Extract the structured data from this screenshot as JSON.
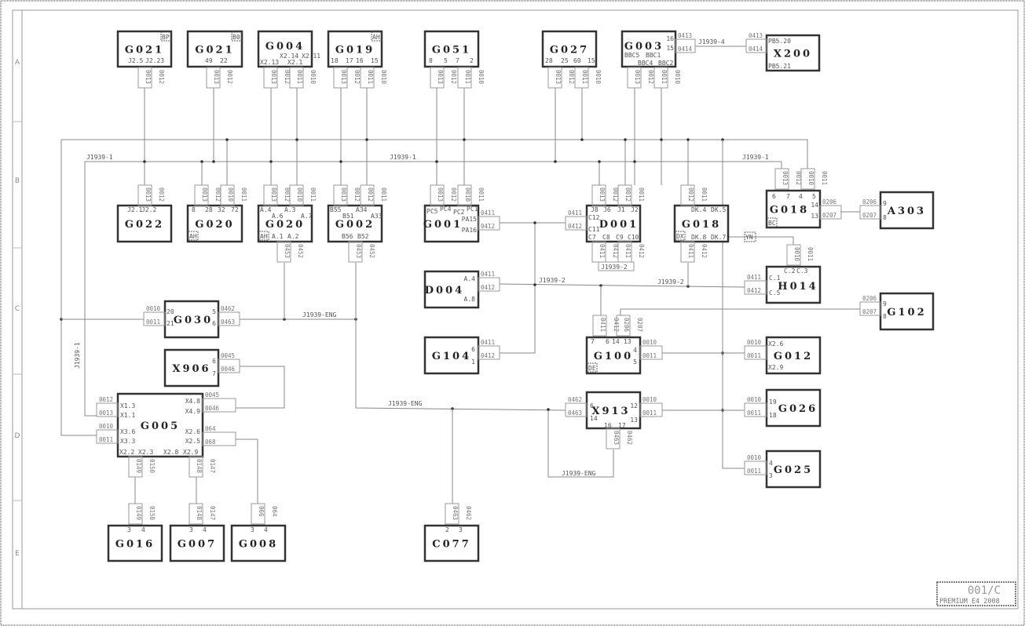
{
  "sheet_rows": [
    "A",
    "B",
    "C",
    "D",
    "E"
  ],
  "title_block": {
    "sheet": "001/C",
    "subtitle": "PREMIUM E4 2008"
  },
  "nets": {
    "j1939_1": "J1939-1",
    "j1939_2": "J1939-2",
    "j1939_4": "J1939-4",
    "j1939_eng": "J1939-ENG",
    "yn_tag": "YN"
  },
  "colors": {
    "box_border": "#333333",
    "wire": "#888888",
    "text": "#555555"
  },
  "components": {
    "g021a": {
      "name": "G021",
      "tag": "BP",
      "pins": [
        "J2.5",
        "J2.23"
      ],
      "wires": [
        "0013",
        "0012"
      ]
    },
    "g021b": {
      "name": "G021",
      "tag": "B0",
      "pins": [
        "49",
        "22"
      ],
      "wires": [
        "0013",
        "0012"
      ]
    },
    "g004": {
      "name": "G004",
      "pins": [
        "X2.14",
        "X2.11",
        "X2.13",
        "X2.1"
      ],
      "wires": [
        "0013",
        "0012",
        "0011",
        "0010"
      ]
    },
    "g019": {
      "name": "G019",
      "tag": "AH",
      "pins": [
        "18",
        "17",
        "16",
        "15"
      ],
      "wires": [
        "0013",
        "0012",
        "0011",
        "0010"
      ]
    },
    "g051": {
      "name": "G051",
      "pins": [
        "8",
        "5",
        "7",
        "2"
      ],
      "wires": [
        "0013",
        "0012",
        "0011",
        "0010"
      ]
    },
    "g027": {
      "name": "G027",
      "pins": [
        "28",
        "25",
        "60",
        "15"
      ],
      "wires": [
        "0013",
        "0012",
        "0011",
        "0010"
      ]
    },
    "g003": {
      "name": "G003",
      "pins": [
        "16",
        "15",
        "BBC5",
        "BBC1",
        "BBC4",
        "BBC2"
      ],
      "wires": [
        "0013",
        "0012",
        "0011",
        "0010",
        "0413",
        "0414"
      ]
    },
    "x200": {
      "name": "X200",
      "pins": [
        "PB5.20",
        "PB5.21"
      ],
      "wires": [
        "0413",
        "0414"
      ]
    },
    "g022": {
      "name": "G022",
      "pins": [
        "J2.1",
        "J2.2"
      ],
      "wires": [
        "0013",
        "0012"
      ]
    },
    "g020a": {
      "name": "G020",
      "tag": "AH",
      "pins": [
        "8",
        "28",
        "32",
        "72"
      ],
      "wires": [
        "0013",
        "0012",
        "0010",
        "0011"
      ]
    },
    "g020b": {
      "name": "G020",
      "tag": "AH",
      "pins": [
        "A.4",
        "A.3",
        "A.6",
        "A.7",
        "A.1",
        "A.2"
      ],
      "wires": [
        "0013",
        "0012",
        "0010",
        "0011",
        "0453",
        "0452"
      ]
    },
    "g002": {
      "name": "G002",
      "pins": [
        "B55",
        "A34",
        "B51",
        "A33",
        "B56",
        "B52"
      ],
      "wires": [
        "0013",
        "0012",
        "0012",
        "0011",
        "0453",
        "0452"
      ]
    },
    "g001": {
      "name": "G001",
      "pins": [
        "PC5",
        "PC4",
        "PC2",
        "PC1",
        "PA15",
        "PA16"
      ],
      "wires": [
        "0013",
        "0012",
        "0010",
        "0011",
        "0411",
        "0412"
      ]
    },
    "d001": {
      "name": "D001",
      "pins": [
        "J8",
        "J6",
        "J1",
        "J2",
        "C12",
        "C11",
        "C7",
        "C8",
        "C9",
        "C10"
      ],
      "wires": [
        "0013",
        "0012",
        "0012",
        "0011",
        "0411",
        "0412",
        "0411",
        "0412",
        "0411",
        "0412"
      ]
    },
    "g018a": {
      "name": "G018",
      "tag": "DX",
      "pins": [
        "DK.4",
        "DK.5",
        "DK.8",
        "DK.7"
      ],
      "wires": [
        "0012",
        "0011",
        "0411",
        "0412"
      ]
    },
    "g018b": {
      "name": "G018",
      "tag": "BC",
      "pins": [
        "6",
        "7",
        "4",
        "5",
        "14",
        "13"
      ],
      "wires": [
        "0013",
        "0012",
        "0010",
        "0011",
        "0206",
        "0207"
      ]
    },
    "a303": {
      "name": "A303",
      "pins": [
        "9",
        "8"
      ],
      "wires": [
        "0206",
        "0207"
      ]
    },
    "h014": {
      "name": "H014",
      "pins": [
        "C.2",
        "C.3",
        "C.1",
        "C.5"
      ],
      "wires": [
        "0010",
        "0011",
        "0411",
        "0412"
      ]
    },
    "d004": {
      "name": "D004",
      "pins": [
        "A.4",
        "A.8"
      ],
      "wires": [
        "0411",
        "0412"
      ]
    },
    "g104": {
      "name": "G104",
      "pins": [
        "6",
        "1"
      ],
      "wires": [
        "0411",
        "0412"
      ]
    },
    "g102": {
      "name": "G102",
      "pins": [
        "9",
        "8"
      ],
      "wires": [
        "0206",
        "0207"
      ]
    },
    "g100": {
      "name": "G100",
      "tag": "DE",
      "pins": [
        "7",
        "6",
        "14",
        "13",
        "4",
        "5"
      ],
      "wires": [
        "0411",
        "0412",
        "0206",
        "0207",
        "0010",
        "0011"
      ]
    },
    "g012": {
      "name": "G012",
      "pins": [
        "X2.6",
        "X2.9"
      ],
      "wires": [
        "0010",
        "0011"
      ]
    },
    "g026": {
      "name": "G026",
      "pins": [
        "19",
        "18"
      ],
      "wires": [
        "0010",
        "0011"
      ]
    },
    "g025": {
      "name": "G025",
      "pins": [
        "4",
        "3"
      ],
      "wires": [
        "0010",
        "0011"
      ]
    },
    "x913": {
      "name": "X913",
      "pins": [
        "6",
        "14",
        "12",
        "13",
        "16",
        "17"
      ],
      "wires": [
        "0462",
        "0463",
        "0010",
        "0011",
        "0463",
        "0462"
      ]
    },
    "g030": {
      "name": "G030",
      "pins": [
        "20",
        "21",
        "5",
        "6"
      ],
      "wires": [
        "0010",
        "0011",
        "0462",
        "0463"
      ]
    },
    "x906": {
      "name": "X906",
      "pins": [
        "6",
        "7"
      ],
      "wires": [
        "0045",
        "0046"
      ]
    },
    "g005": {
      "name": "G005",
      "pins": [
        "X1.3",
        "X1.1",
        "X3.6",
        "X3.3",
        "X4.8",
        "X4.9",
        "X2.6",
        "X2.5",
        "X2.2",
        "X2.3",
        "X2.8",
        "X2.9"
      ],
      "wires": [
        "0012",
        "0013",
        "0010",
        "0011",
        "0045",
        "0046",
        "064",
        "068",
        "0149",
        "0150",
        "0148",
        "0147"
      ]
    },
    "g016": {
      "name": "G016",
      "pins": [
        "3",
        "4"
      ],
      "wires": [
        "0149",
        "0150"
      ]
    },
    "g007": {
      "name": "G007",
      "pins": [
        "3",
        "4"
      ],
      "wires": [
        "0148",
        "0147"
      ]
    },
    "g008": {
      "name": "G008",
      "pins": [
        "3",
        "4"
      ],
      "wires": [
        "066",
        "064"
      ]
    },
    "c077": {
      "name": "C077",
      "pins": [
        "2",
        "3"
      ],
      "wires": [
        "0463",
        "0462"
      ]
    }
  }
}
